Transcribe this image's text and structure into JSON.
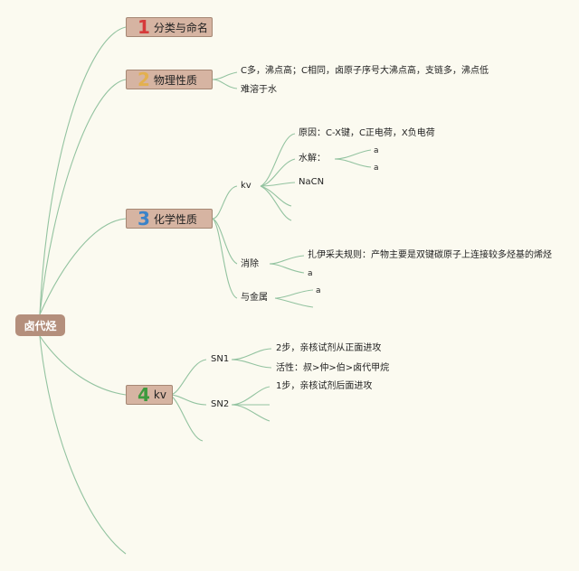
{
  "root": {
    "label": "卤代烃"
  },
  "branches": [
    {
      "num": "1",
      "label": "分类与命名",
      "num_color": "#d63a3a"
    },
    {
      "num": "2",
      "label": "物理性质",
      "num_color": "#e3b04f"
    },
    {
      "num": "3",
      "label": "化学性质",
      "num_color": "#3a83c9"
    },
    {
      "num": "4",
      "label": "kv",
      "num_color": "#3e9a3e"
    }
  ],
  "physical": {
    "boiling": "C多，沸点高；C相同，卤原子序号大沸点高，支链多，沸点低",
    "solubility": "难溶于水"
  },
  "chemical": {
    "kv": {
      "label": "kv",
      "cause": "原因：C-X键，C正电荷，X负电荷",
      "hydrolysis": {
        "label": "水解：",
        "items": [
          "a",
          "a"
        ]
      },
      "nacn": "NaCN"
    },
    "elimination": {
      "label": "消除",
      "zaitsev": "扎伊采夫规则：产物主要是双键碳原子上连接较多烃基的烯烃",
      "item": "a"
    },
    "metal": {
      "label": "与金属",
      "item": "a"
    }
  },
  "kv_mechanisms": {
    "sn1": {
      "label": "SN1",
      "step": "2步，亲核试剂从正面进攻",
      "activity": "活性：叔>仲>伯>卤代甲烷"
    },
    "sn2": {
      "label": "SN2",
      "step": "1步，亲核试剂后面进攻"
    }
  }
}
